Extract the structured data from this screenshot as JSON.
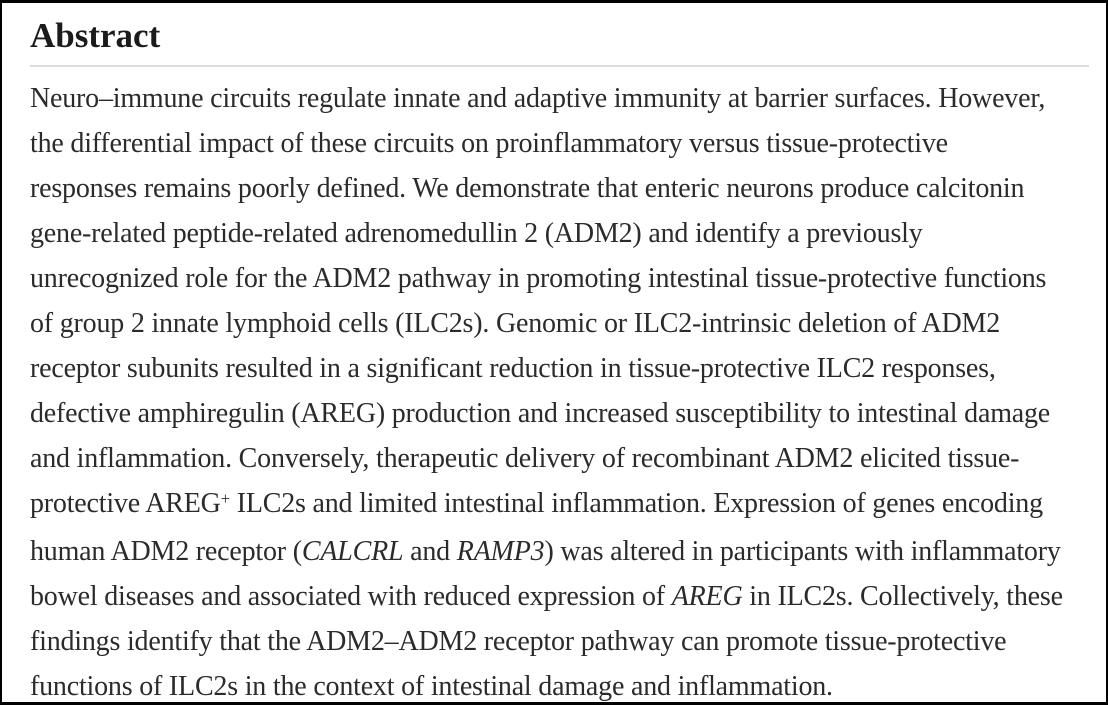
{
  "abstract": {
    "heading": "Abstract",
    "lines": [
      [
        {
          "t": "Neuro–immune circuits regulate innate and adaptive immunity at barrier surfaces. However,",
          "s": "plain"
        }
      ],
      [
        {
          "t": "the differential impact of these circuits on proinflammatory versus tissue-protective",
          "s": "plain"
        }
      ],
      [
        {
          "t": "responses remains poorly defined. We demonstrate that enteric neurons produce calcitonin",
          "s": "plain"
        }
      ],
      [
        {
          "t": "gene-related peptide-related adrenomedullin 2 (ADM2) and identify a previously",
          "s": "plain"
        }
      ],
      [
        {
          "t": "unrecognized role for the ADM2 pathway in promoting intestinal tissue-protective functions",
          "s": "plain"
        }
      ],
      [
        {
          "t": "of group 2 innate lymphoid cells (ILC2s). Genomic or ILC2-intrinsic deletion of ADM2",
          "s": "plain"
        }
      ],
      [
        {
          "t": "receptor subunits resulted in a significant reduction in tissue-protective ILC2 responses,",
          "s": "plain"
        }
      ],
      [
        {
          "t": "defective amphiregulin (AREG) production and increased susceptibility to intestinal damage",
          "s": "plain"
        }
      ],
      [
        {
          "t": "and inflammation. Conversely, therapeutic delivery of recombinant ADM2 elicited tissue-",
          "s": "plain"
        }
      ],
      [
        {
          "t": "protective AREG",
          "s": "plain"
        },
        {
          "t": "+",
          "s": "sup"
        },
        {
          "t": " ILC2s and limited intestinal inflammation. Expression of genes encoding",
          "s": "plain"
        }
      ],
      [
        {
          "t": "human ADM2 receptor (",
          "s": "plain"
        },
        {
          "t": "CALCRL",
          "s": "italic"
        },
        {
          "t": " and ",
          "s": "plain"
        },
        {
          "t": "RAMP3",
          "s": "italic"
        },
        {
          "t": ") was altered in participants with inflammatory",
          "s": "plain"
        }
      ],
      [
        {
          "t": "bowel diseases and associated with reduced expression of ",
          "s": "plain"
        },
        {
          "t": "AREG",
          "s": "italic"
        },
        {
          "t": " in ILC2s. Collectively, these",
          "s": "plain"
        }
      ],
      [
        {
          "t": "findings identify that the ADM2–ADM2 receptor pathway can promote tissue-protective",
          "s": "plain"
        }
      ],
      [
        {
          "t": "functions of ILC2s in the context of intestinal damage and inflammation.",
          "s": "plain"
        }
      ]
    ]
  },
  "colors": {
    "heading_text": "#1b1b1b",
    "body_text": "#2b2b2b",
    "rule": "#dcdcdc",
    "frame_border": "#000000",
    "background": "#ffffff"
  }
}
